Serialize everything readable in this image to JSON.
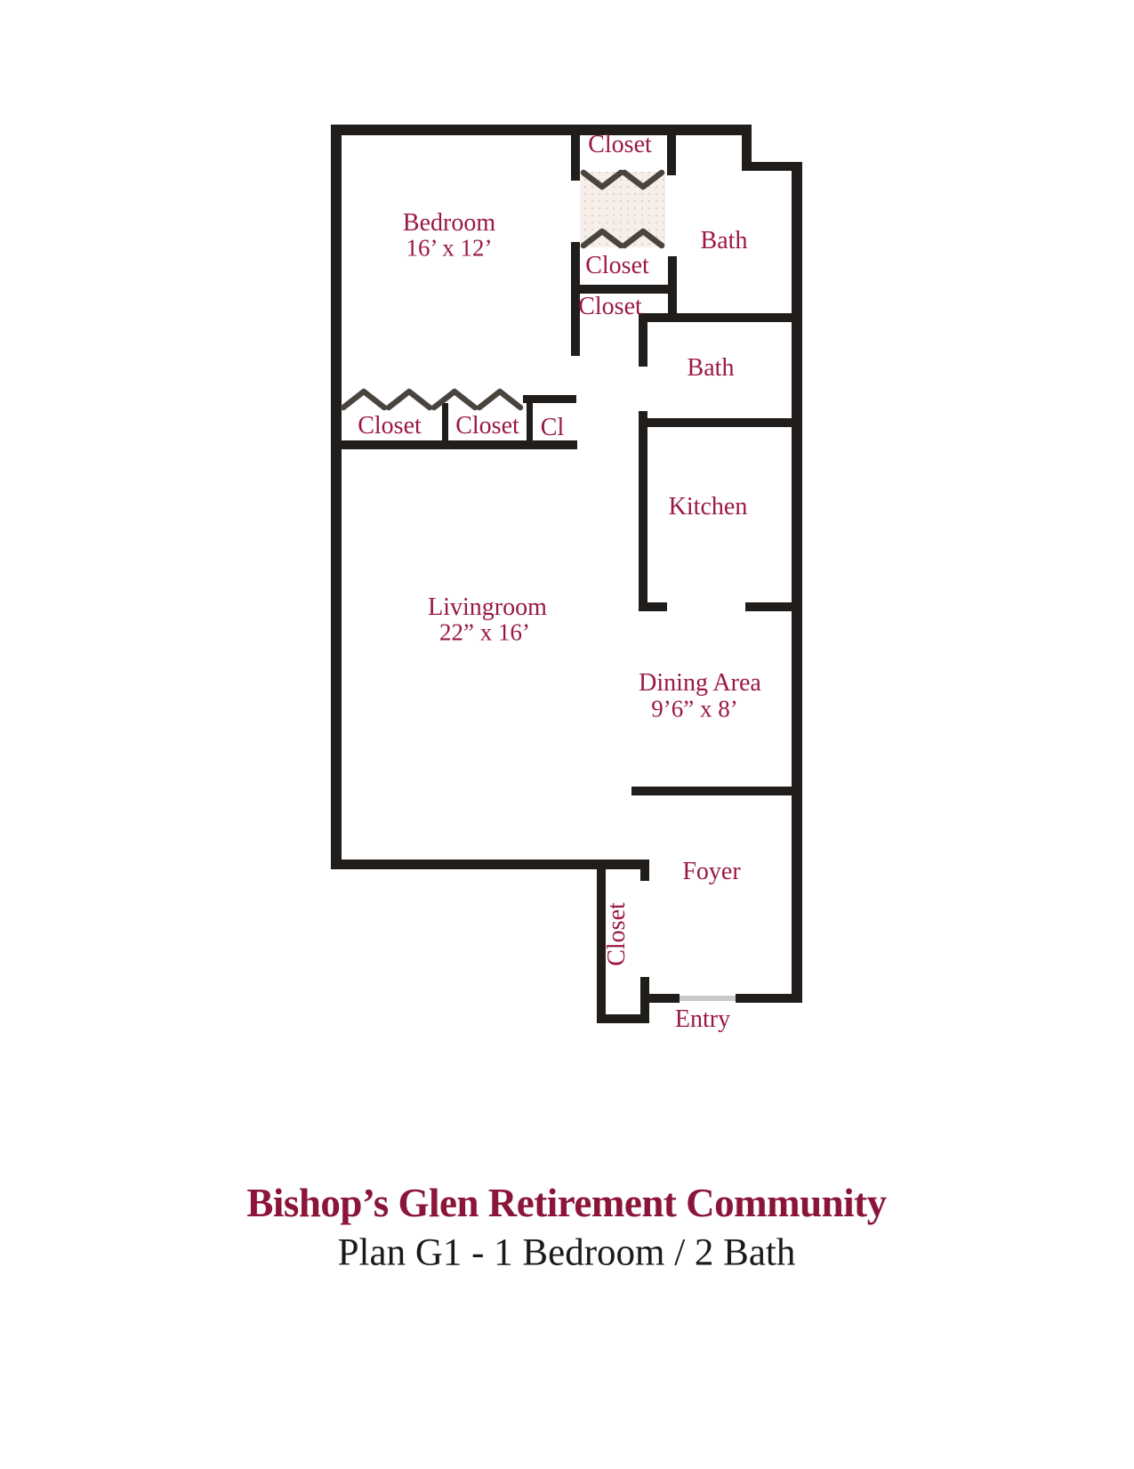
{
  "floor_plan": {
    "rooms": {
      "bedroom": {
        "label": "Bedroom",
        "dimensions": "16’ x 12’"
      },
      "bath_upper": {
        "label": "Bath"
      },
      "bath_lower": {
        "label": "Bath"
      },
      "kitchen": {
        "label": "Kitchen"
      },
      "livingroom": {
        "label": "Livingroom",
        "dimensions": "22” x 16’"
      },
      "dining_area": {
        "label": "Dining Area",
        "dimensions": "9’6” x 8’"
      },
      "foyer": {
        "label": "Foyer"
      },
      "entry": {
        "label": "Entry"
      }
    },
    "closets": {
      "hall_top": "Closet",
      "hall_middle": "Closet",
      "hall_lower": "Closet",
      "bedroom_left": "Closet",
      "bedroom_center": "Closet",
      "bedroom_right_abbrev": "Cl",
      "foyer_coat": "Closet"
    }
  },
  "title_block": {
    "community_name": "Bishop’s Glen Retirement Community",
    "plan_name": "Plan G1 - 1 Bedroom / 2 Bath"
  },
  "colors": {
    "wall": "#211d1a",
    "room_label": "#9b1844",
    "title": "#8a1539",
    "subtitle": "#1a1a1a",
    "door_symbol": "#4a443e",
    "vestibule_fill": "#f6efe9",
    "entry_door": "#c9c9c9"
  }
}
